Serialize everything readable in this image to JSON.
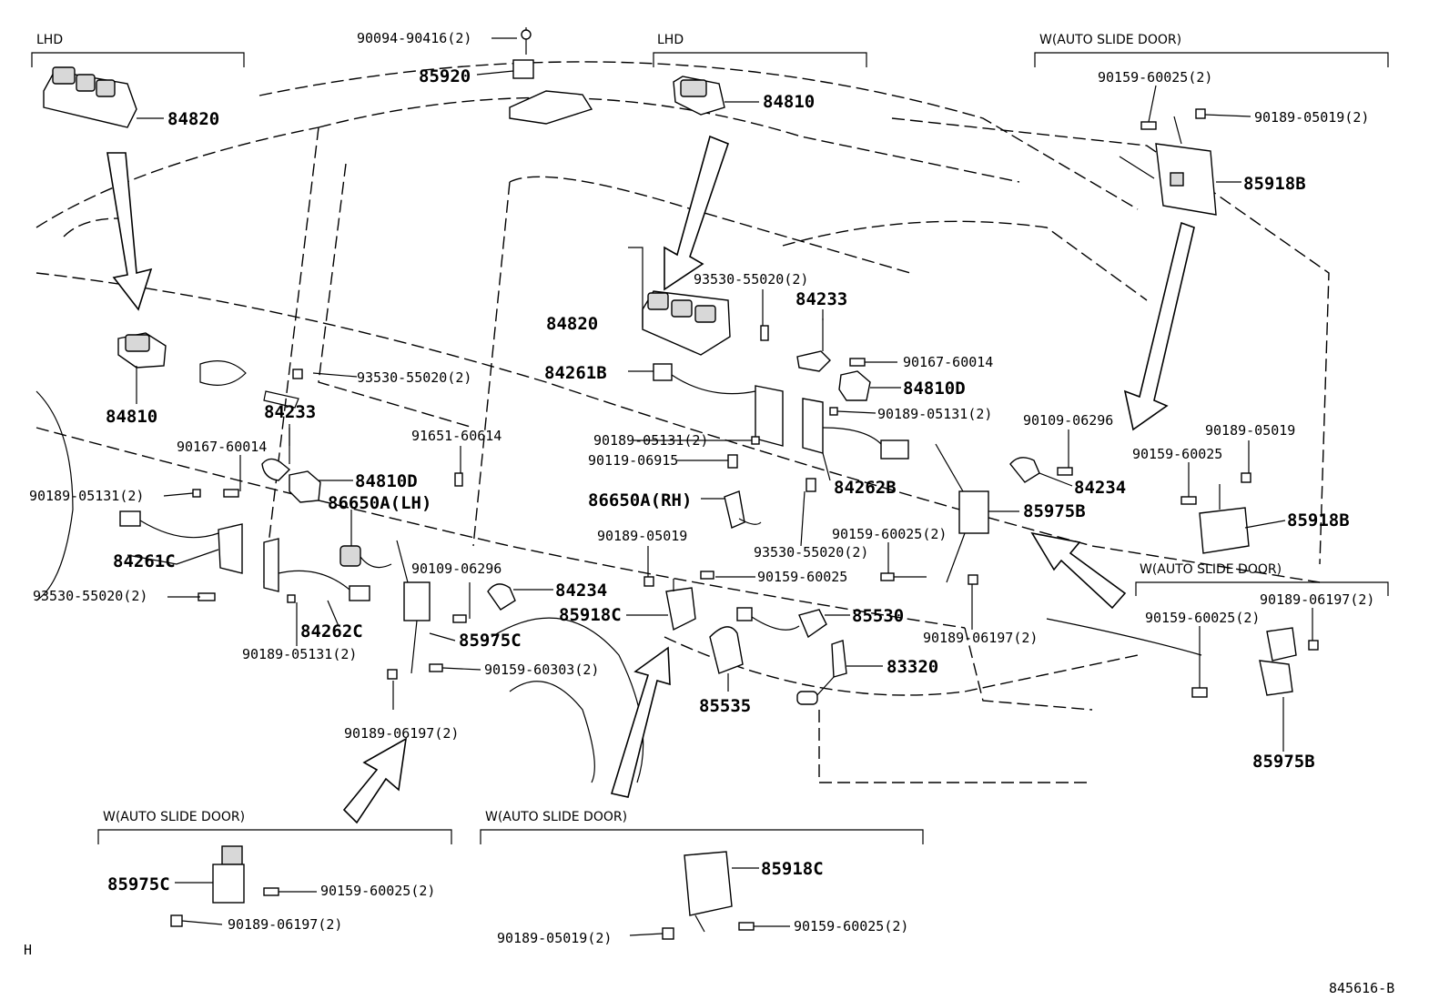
{
  "headers": {
    "lhd_left": "LHD",
    "lhd_center": "LHD",
    "auto_top_right": "W(AUTO SLIDE DOOR)",
    "auto_mid_right": "W(AUTO SLIDE DOOR)",
    "auto_bottom_left": "W(AUTO SLIDE DOOR)",
    "auto_bottom_center": "W(AUTO SLIDE DOOR)"
  },
  "parts": {
    "p84820_a": "84820",
    "p84820_b": "84820",
    "p84810_a": "84810",
    "p84810_b": "84810",
    "p85920": "85920",
    "p84233_a": "84233",
    "p84233_b": "84233",
    "p84810d_a": "84810D",
    "p84810d_b": "84810D",
    "p86650a_lh": "86650A(LH)",
    "p86650a_rh": "86650A(RH)",
    "p84261c": "84261C",
    "p84261b": "84261B",
    "p84262c": "84262C",
    "p84262b": "84262B",
    "p85975c_a": "85975C",
    "p85975c_b": "85975C",
    "p84234_a": "84234",
    "p84234_b": "84234",
    "p85918c_a": "85918C",
    "p85918c_b": "85918C",
    "p85530": "85530",
    "p85535": "85535",
    "p83320": "83320",
    "p85975b_a": "85975B",
    "p85975b_b": "85975B",
    "p85918b_a": "85918B",
    "p85918b_b": "85918B"
  },
  "fasteners": {
    "f90094_90416": "90094-90416(2)",
    "f93530_a": "93530-55020(2)",
    "f93530_b": "93530-55020(2)",
    "f93530_c": "93530-55020(2)",
    "f93530_d": "93530-55020(2)",
    "f90167_a": "90167-60014",
    "f90167_b": "90167-60014",
    "f90189_05131_a": "90189-05131(2)",
    "f90189_05131_b": "90189-05131(2)",
    "f90189_05131_c": "90189-05131(2)",
    "f90189_05131_d": "90189-05131(2)",
    "f91651": "91651-60614",
    "f90119": "90119-06915",
    "f90189_05019_a": "90189-05019",
    "f90189_05019_b": "90189-05019",
    "f90189_05019_c": "90189-05019(2)",
    "f90189_05019_d": "90189-05019(2)",
    "f90109_a": "90109-06296",
    "f90109_b": "90109-06296",
    "f90159_60025_a": "90159-60025",
    "f90159_60025_b": "90159-60025(2)",
    "f90159_60025_c": "90159-60025(2)",
    "f90159_60025_d": "90159-60025",
    "f90159_60025_e": "90159-60025(2)",
    "f90159_60025_f": "90159-60025(2)",
    "f90159_60025_g": "90159-60025(2)",
    "f90159_60303": "90159-60303(2)",
    "f90189_06197_a": "90189-06197(2)",
    "f90189_06197_b": "90189-06197(2)",
    "f90189_06197_c": "90189-06197(2)",
    "f90189_06197_d": "90189-06197(2)"
  },
  "footer": {
    "left_mark": "H",
    "diagram_code": "845616-B"
  }
}
